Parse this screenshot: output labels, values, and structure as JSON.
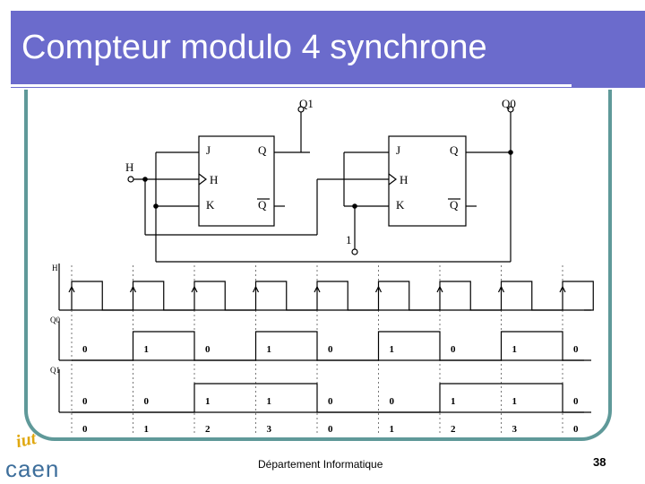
{
  "slide": {
    "title": "Compteur modulo 4 synchrone",
    "footer": "Département Informatique",
    "page_number": "38",
    "logo_text_top": "iut",
    "logo_text_bottom": "caen",
    "accent_color": "#6b6bcc",
    "frame_color": "#5f9999"
  },
  "circuit": {
    "output_q1": "Q1",
    "output_q0": "Q0",
    "clock_label": "H",
    "constant_one": "1",
    "ff1": {
      "j": "J",
      "q": "Q",
      "h": "H",
      "k": "K",
      "qbar": "Q"
    },
    "ff0": {
      "j": "J",
      "q": "Q",
      "h": "H",
      "k": "K",
      "qbar": "Q"
    }
  },
  "timing": {
    "signals": [
      "H",
      "Q0",
      "Q1"
    ],
    "q0_values": [
      "0",
      "1",
      "0",
      "1",
      "0",
      "1",
      "0",
      "1",
      "0"
    ],
    "q1_values": [
      "0",
      "0",
      "1",
      "1",
      "0",
      "0",
      "1",
      "1",
      "0"
    ],
    "count_values": [
      "0",
      "1",
      "2",
      "3",
      "0",
      "1",
      "2",
      "3",
      "0"
    ]
  }
}
